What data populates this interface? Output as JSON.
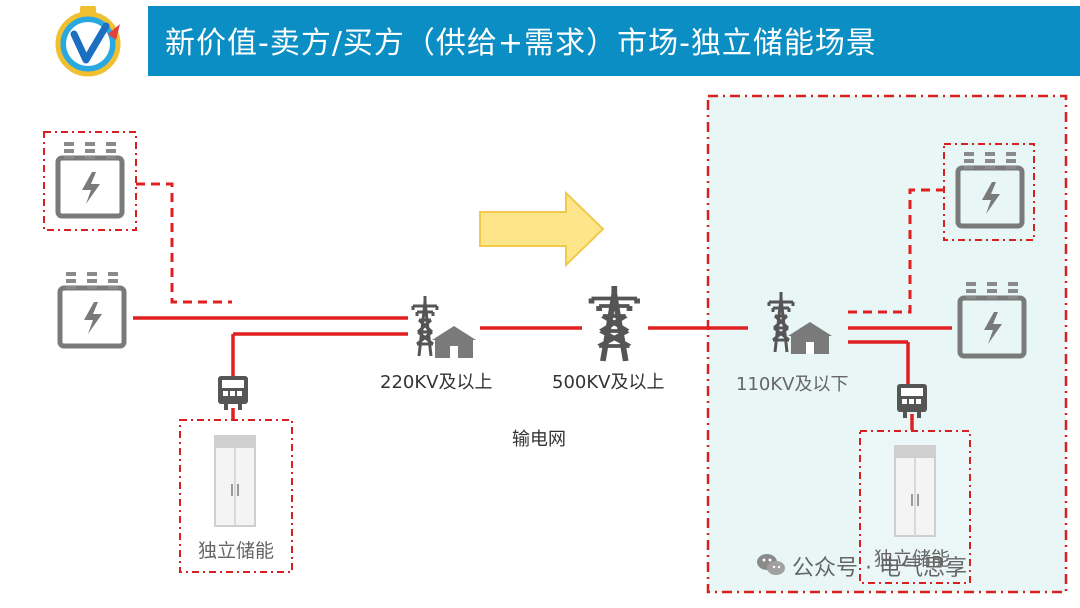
{
  "header": {
    "title": "新价值-卖方/买方（供给+需求）市场-独立储能场景"
  },
  "labels": {
    "substation_left": "220KV及以上",
    "tower_center": "500KV及以上",
    "substation_right": "110KV及以下",
    "grid": "输电网",
    "storage_left": "独立储能",
    "storage_right": "独立储能"
  },
  "watermark": {
    "text": "公众号 · 电气思享"
  },
  "colors": {
    "header_band": "#0a8ec4",
    "line_red": "#e02020",
    "right_zone_fill": "#e8f6f5",
    "arrow_fill": "#fde58a",
    "icon_gray": "#777777"
  },
  "icons": [
    "generator-icon",
    "power-tower-icon",
    "substation-icon",
    "electric-meter-icon",
    "battery-cabinet-icon",
    "wechat-icon",
    "logo-icon"
  ]
}
